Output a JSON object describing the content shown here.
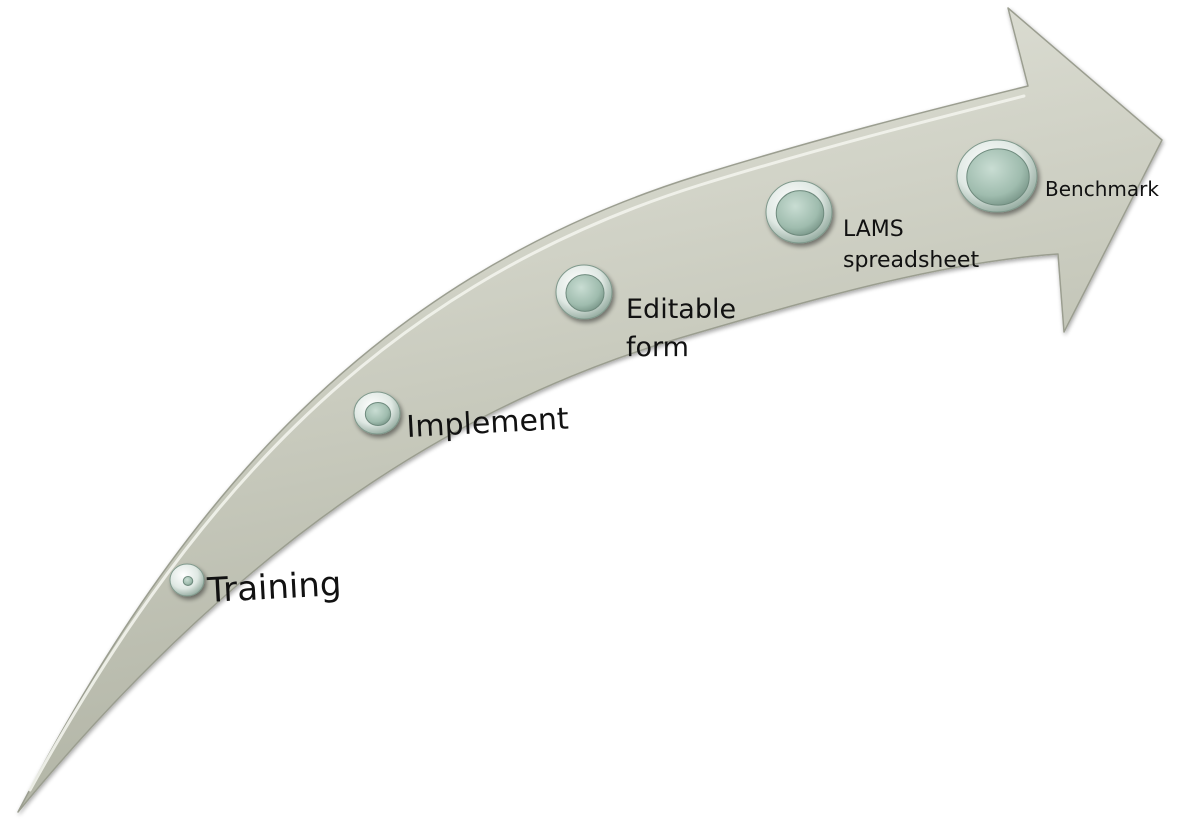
{
  "diagram": {
    "type": "curved-arrow-process",
    "colors": {
      "arrow_fill": "#c8cabd",
      "arrow_highlight": "#e7e8df",
      "arrow_shade": "#a9ac9c",
      "arrow_edge": "#9b9e90",
      "marker_face": "#a9c4b7",
      "marker_rim": "#e6eee9",
      "marker_dark": "#6e8a7d",
      "label": "#111111"
    },
    "steps": [
      {
        "label_lines": [
          "Training"
        ]
      },
      {
        "label_lines": [
          "Implement"
        ]
      },
      {
        "label_lines": [
          "Editable",
          "form"
        ]
      },
      {
        "label_lines": [
          "LAMS",
          "spreadsheet"
        ]
      },
      {
        "label_lines": [
          "Benchmark"
        ]
      }
    ]
  }
}
